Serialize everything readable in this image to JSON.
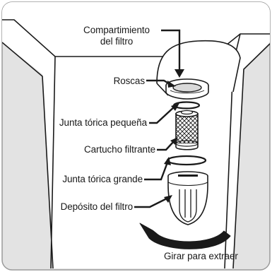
{
  "callouts": {
    "filter_compartment_line1": "Compartimiento",
    "filter_compartment_line2": "del filtro",
    "threads": "Roscas",
    "small_o_ring": "Junta tórica pequeña",
    "filter_cartridge": "Cartucho filtrante",
    "large_o_ring": "Junta tórica grande",
    "filter_housing": "Depósito del filtro",
    "rotate_to_remove": "Girar para extraer"
  },
  "colors": {
    "panel_background": "#e3e3e3",
    "appliance_fill": "#ffffff",
    "outline": "#1a1a1a",
    "border": "#9a9a9a"
  }
}
